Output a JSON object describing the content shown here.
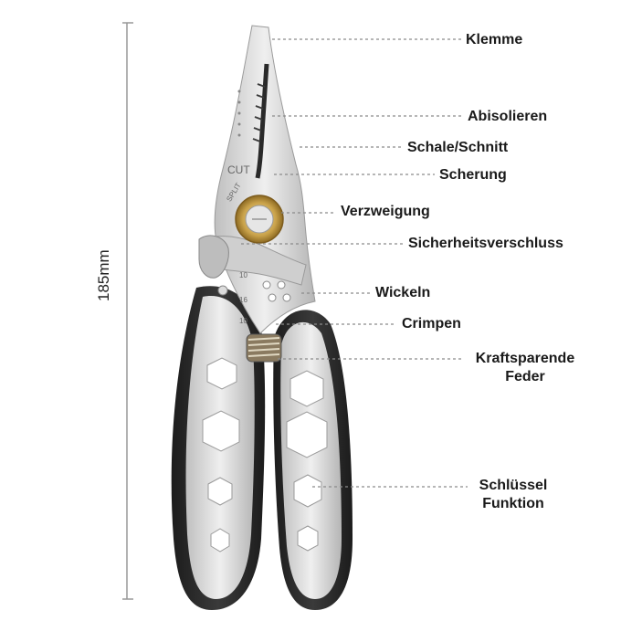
{
  "dimension": {
    "label": "185mm"
  },
  "tool_markings": {
    "cut": "CUT",
    "spli": "SPLIT",
    "gauge_10": "10",
    "gauge_16": "16",
    "gauge_10b": "10"
  },
  "callouts": {
    "klemme": "Klemme",
    "abisolieren": "Abisolieren",
    "schale": "Schale/Schnitt",
    "scherung": "Scherung",
    "verzweigung": "Verzweigung",
    "sicherheit": "Sicherheitsverschluss",
    "wickeln": "Wickeln",
    "crimpen": "Crimpen",
    "feder_line1": "Kraftsparende",
    "feder_line2": "Feder",
    "schluessel_line1": "Schlüssel",
    "schluessel_line2": "Funktion"
  },
  "colors": {
    "steel": "#d8d8d8",
    "handle_dark": "#2b2b2b",
    "brass": "#c9a24a",
    "leader": "#8a8a8a"
  }
}
